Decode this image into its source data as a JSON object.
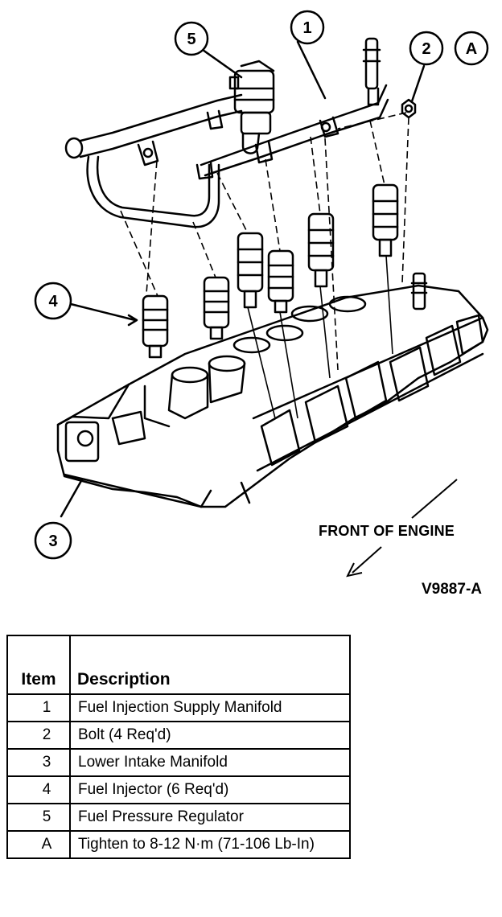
{
  "callouts": [
    {
      "id": "callout-1",
      "label": "1"
    },
    {
      "id": "callout-2",
      "label": "2"
    },
    {
      "id": "callout-a",
      "label": "A"
    },
    {
      "id": "callout-3",
      "label": "3"
    },
    {
      "id": "callout-4",
      "label": "4"
    },
    {
      "id": "callout-5",
      "label": "5"
    }
  ],
  "front_label": "FRONT OF ENGINE",
  "figure_id": "V9887-A",
  "legend": {
    "headers": {
      "item": "Item",
      "description": "Description"
    },
    "rows": [
      {
        "item": "1",
        "description": "Fuel Injection Supply Manifold"
      },
      {
        "item": "2",
        "description": "Bolt (4 Req'd)"
      },
      {
        "item": "3",
        "description": "Lower Intake Manifold"
      },
      {
        "item": "4",
        "description": "Fuel Injector (6 Req'd)"
      },
      {
        "item": "5",
        "description": "Fuel Pressure Regulator"
      },
      {
        "item": "A",
        "description": "Tighten to 8-12 N·m (71-106 Lb-In)"
      }
    ]
  }
}
